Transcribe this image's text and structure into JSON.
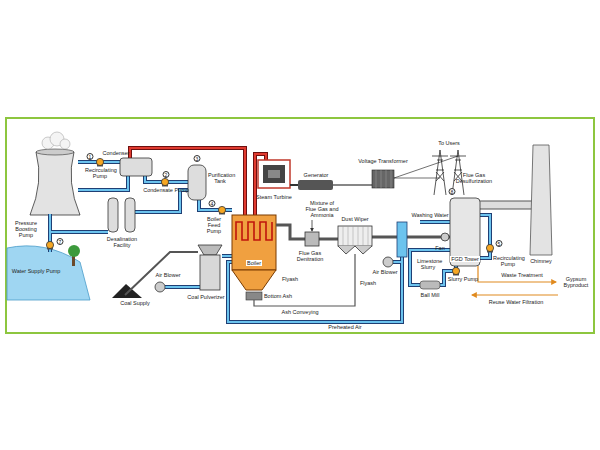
{
  "diagram": {
    "nodes": [
      {
        "text": [
          "Boiler"
        ]
      },
      {
        "text": [
          "FGD Tower"
        ]
      }
    ],
    "labels": [
      "Condenser",
      "1",
      "Recirculating Pump",
      "Condensate Pump",
      "2",
      "Purification Tank",
      "3",
      "Boiler Feed Pump",
      "4",
      "Steam Turbine",
      "Generator",
      "Voltage Transformer",
      "To Users",
      "Pressure Boosting Pump",
      "7",
      "Water Supply Pump",
      "Desalination Facility",
      "Coal Supply",
      "Air Blower",
      "Coal Pulverizer",
      "Bottom Ash",
      "Flyash",
      "Ash Conveying",
      "Mixture of Flue Gas and Ammonia",
      "Flue Gas Denitration",
      "Dust Wiper",
      "Flyash",
      "Preheated Air",
      "Air Blower",
      "Washing Water",
      "Fan",
      "8",
      "Flue Gas Desulfurization",
      "Chimney",
      "Limestone Slurry",
      "Ball Mill",
      "Slurry Pump",
      "5",
      "Recirculating Pump",
      "Waste Treatment",
      "Gypsum Byproduct",
      "Reuse Water Filtration"
    ]
  }
}
